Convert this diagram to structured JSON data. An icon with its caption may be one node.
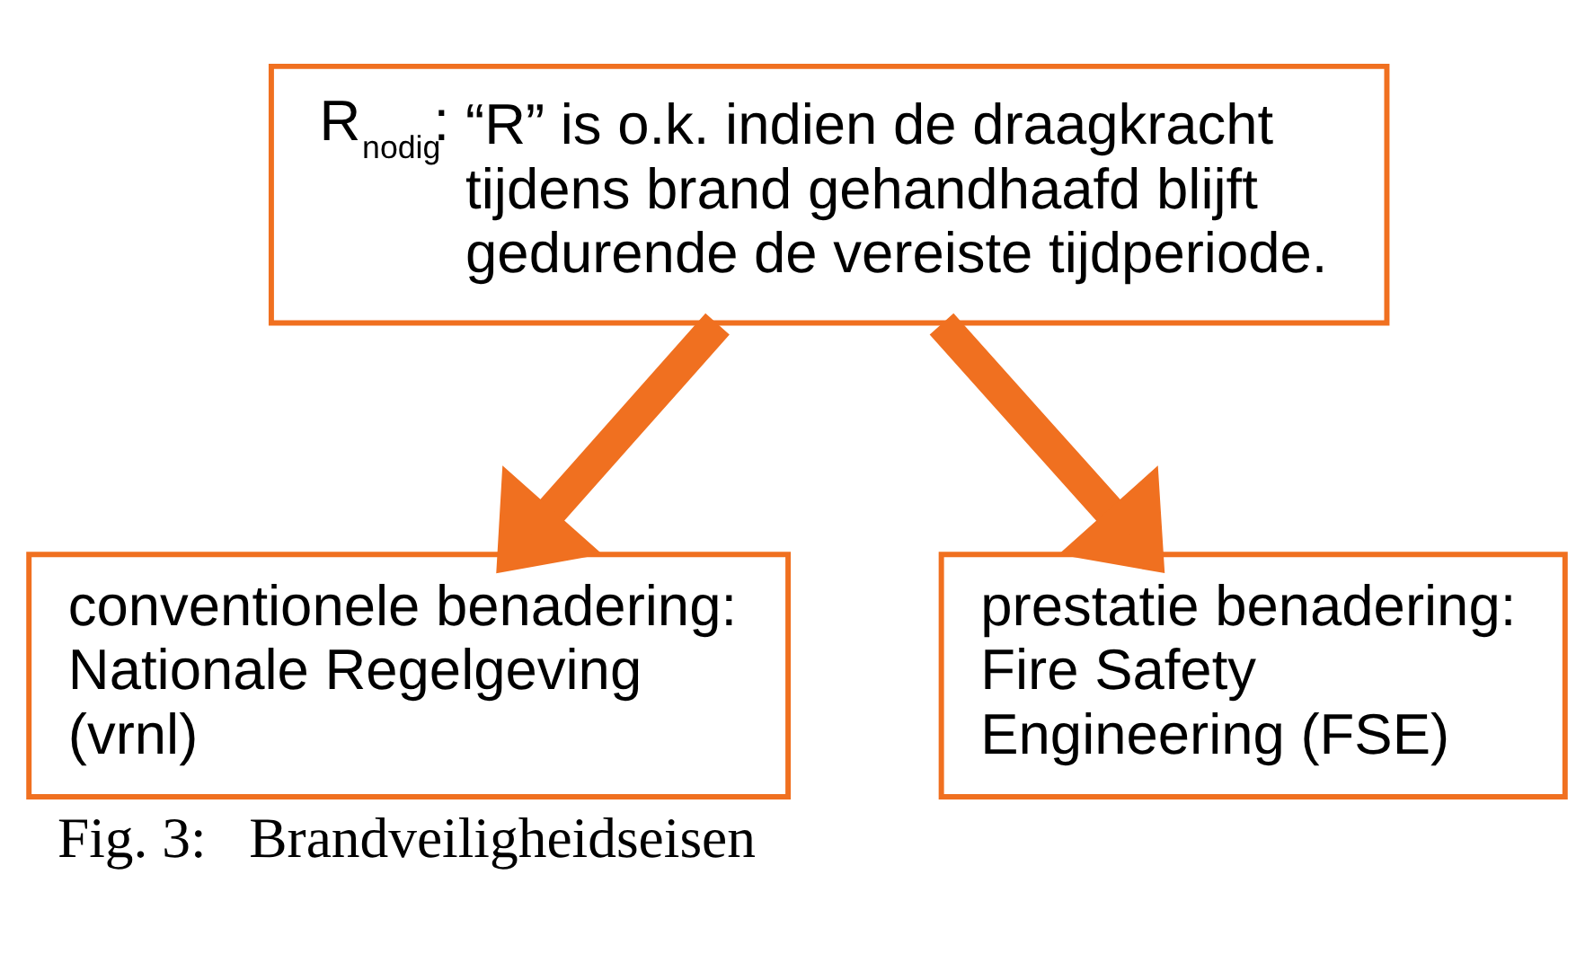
{
  "diagram": {
    "caption": "Fig. 3:   Brandveiligheidseisen",
    "nodes": [
      {
        "text": [
          "R$_{nodig}$:",
          "“R” is o.k. indien de draagkracht tijdens brand gehandhaafd blijft gedurende de vereiste tijdperiode."
        ]
      },
      {
        "text": [
          "conventionele benadering: Nationale Regelgeving (vrnl)"
        ]
      },
      {
        "text": [
          "prestatie benadering: Fire Safety Engineering (FSE)"
        ]
      }
    ],
    "edges": [
      {
        "from": 0,
        "to": 1,
        "arrow": "to"
      },
      {
        "from": 0,
        "to": 2,
        "arrow": "to"
      }
    ]
  }
}
